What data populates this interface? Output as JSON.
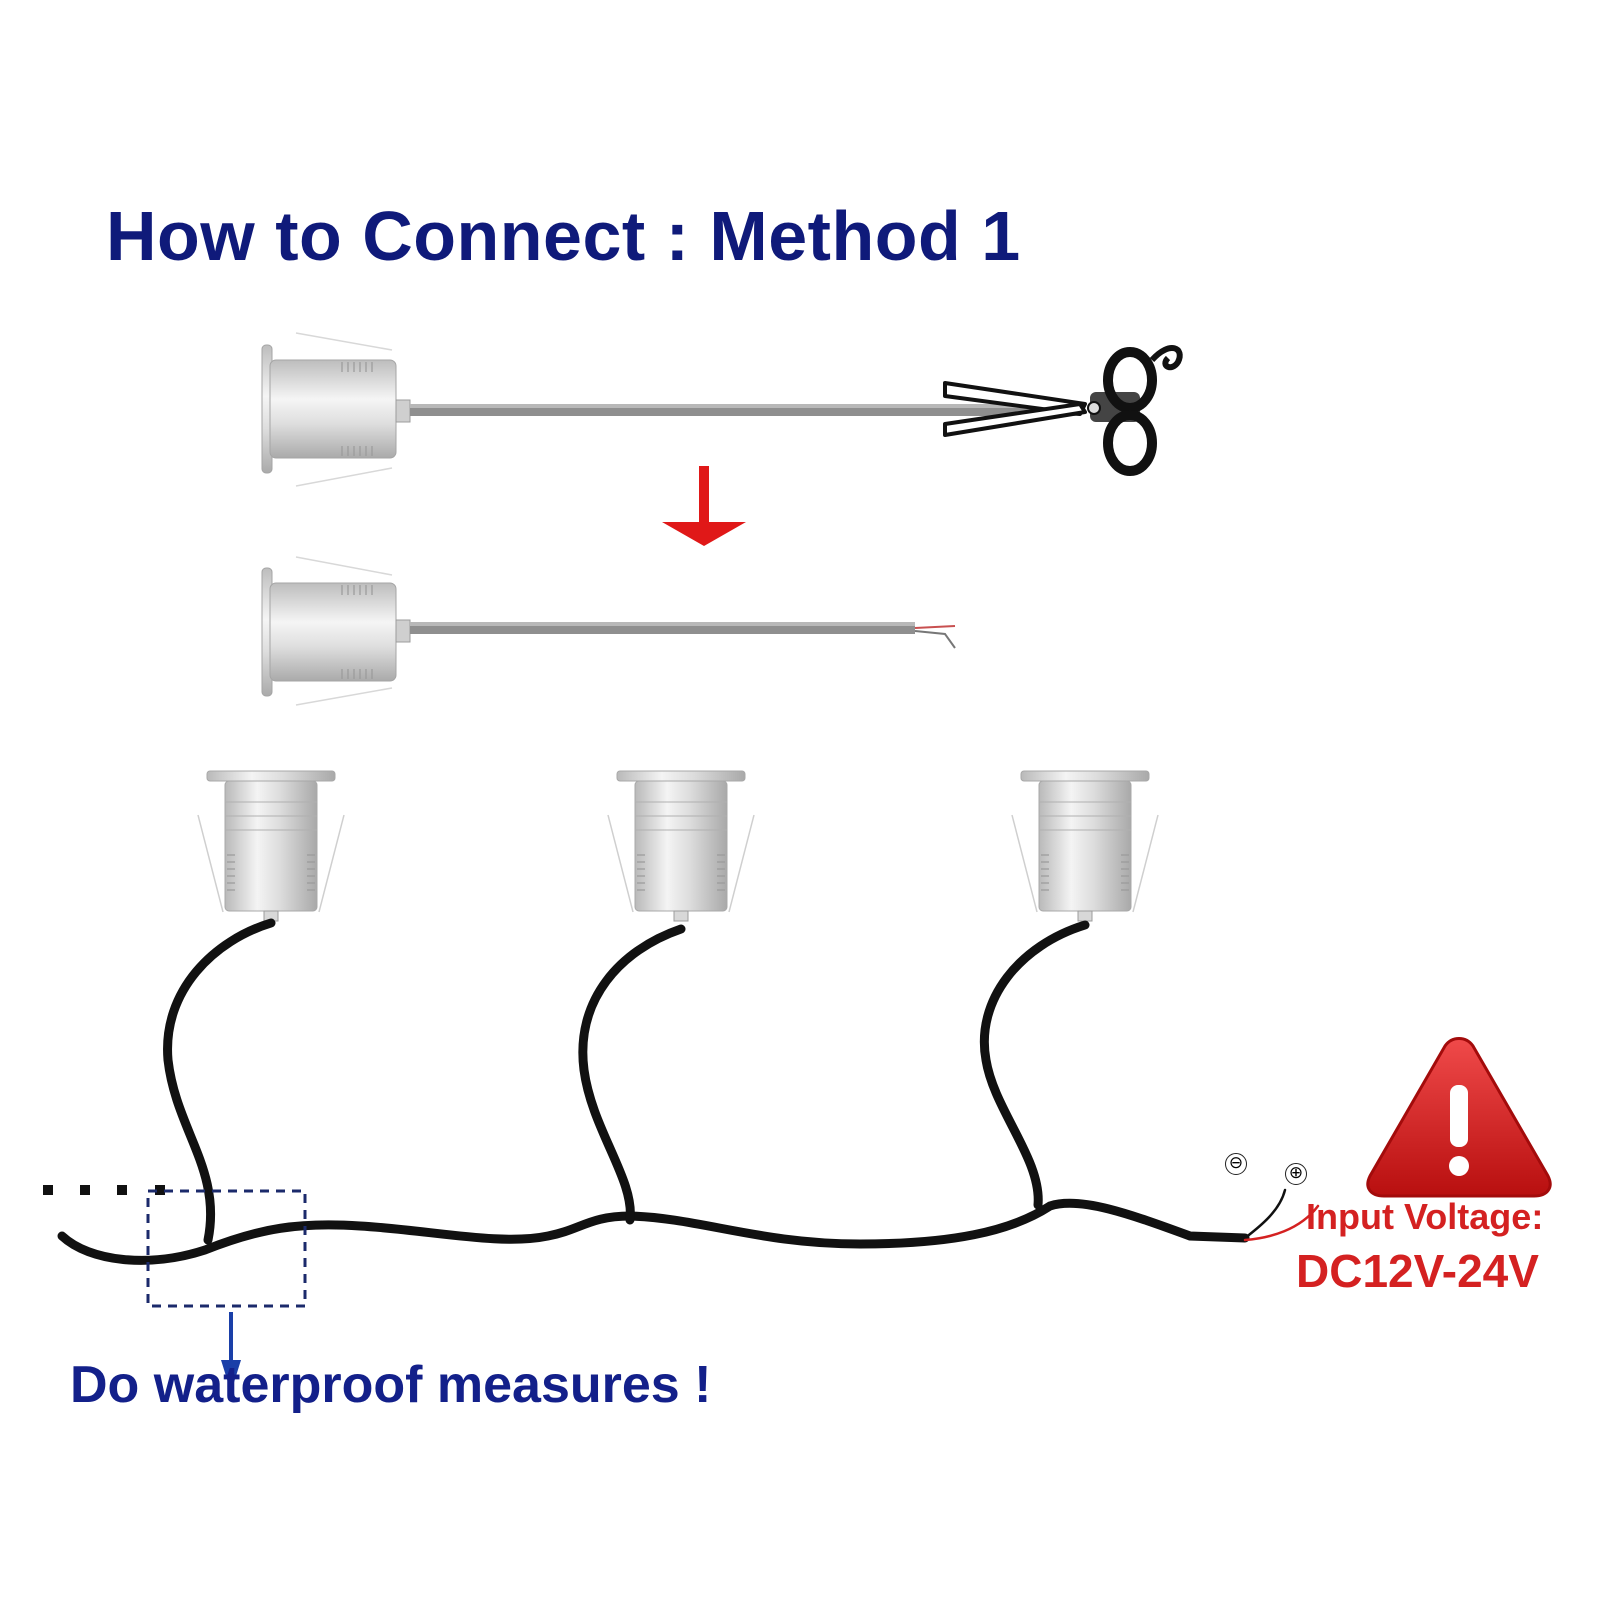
{
  "title": "How to Connect : Method 1",
  "note": "Do waterproof measures !",
  "voltage": {
    "label": "Input Voltage:",
    "value": "DC12V-24V"
  },
  "polarity": {
    "minus": "⊖",
    "plus": "⊕"
  },
  "icons": [
    "scissors-icon",
    "arrow-down-icon",
    "warning-icon"
  ],
  "colors": {
    "title": "#0f1a7a",
    "note": "#13208a",
    "voltage": "#d42121",
    "arrow_red": "#e01818",
    "arrow_blue": "#1a3fa8",
    "cable": "#111111",
    "light_body": "#d9d9d9",
    "warning_fill": "#d91c1c"
  }
}
